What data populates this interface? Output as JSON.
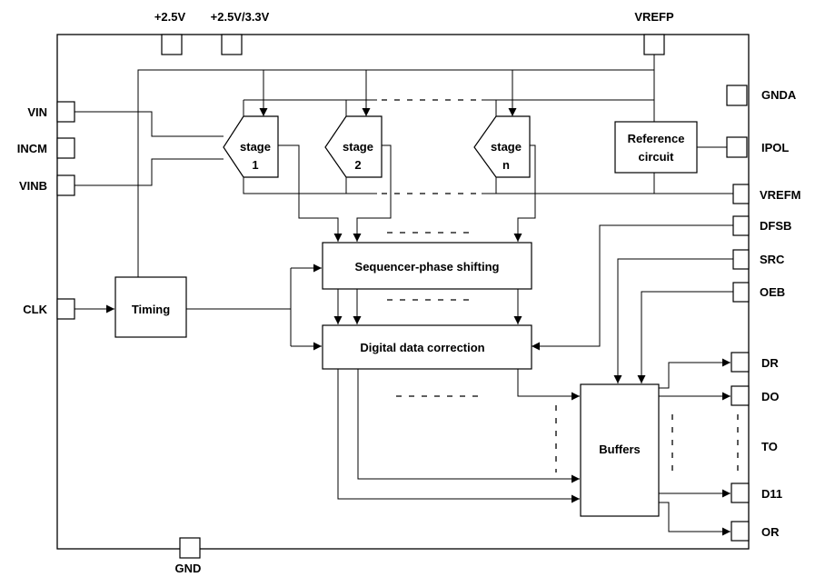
{
  "pins": {
    "vin": "VIN",
    "incm": "INCM",
    "vinb": "VINB",
    "clk": "CLK",
    "gnd": "GND",
    "supply_analog": "+2.5V",
    "supply_digital": "+2.5V/3.3V",
    "vrefp": "VREFP",
    "gnda": "GNDA",
    "ipol": "IPOL",
    "vrefm": "VREFM",
    "dfsb": "DFSB",
    "src": "SRC",
    "oeb": "OEB",
    "dr": "DR",
    "d0": "DO",
    "t0": "TO",
    "d11": "D11",
    "or": "OR"
  },
  "blocks": {
    "stage1": {
      "line1": "stage",
      "line2": "1"
    },
    "stage2": {
      "line1": "stage",
      "line2": "2"
    },
    "stagen": {
      "line1": "stage",
      "line2": "n"
    },
    "reference": {
      "line1": "Reference",
      "line2": "circuit"
    },
    "timing": "Timing",
    "sequencer": "Sequencer-phase shifting",
    "correction": "Digital data correction",
    "buffers": "Buffers"
  }
}
